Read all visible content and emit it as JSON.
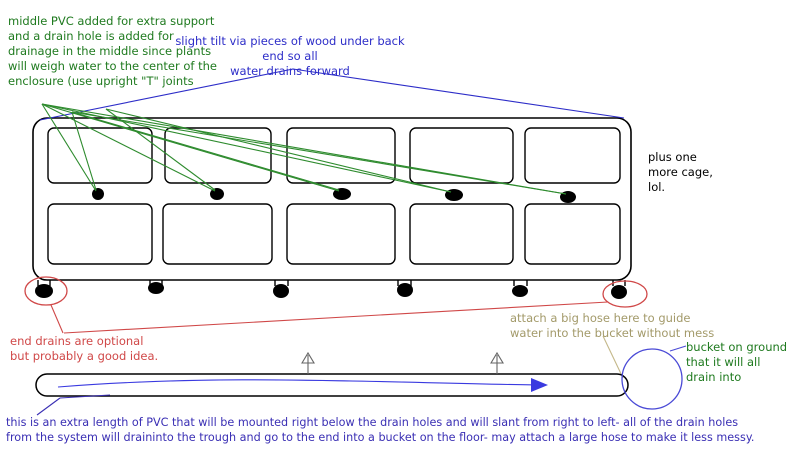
{
  "annotations": {
    "support_note": "middle PVC added for extra support\nand a drain hole is added for\ndrainage in the middle since plants\nwill weigh water to the center of the\nenclosure (use upright \"T\" joints",
    "tilt_note": "slight tilt via pieces of wood under back end so all\nwater drains forward",
    "cage_note": "plus one\nmore cage,\nlol.",
    "end_drains_note": "end drains are optional\nbut probably a good idea.",
    "hose_note": "attach a big hose here to guide\nwater into the bucket without mess",
    "bucket_note": "bucket on ground\nthat it will all\ndrain into",
    "trough_note": "this is an extra length of PVC that will be mounted right below the drain holes and will slant from right to left- all of the drain holes\nfrom the system will draininto the trough and go to the end into a bucket on the floor- may attach a large hose to make it less messy."
  },
  "colors": {
    "outline": "#000000",
    "support_lines": "#2e8b2e",
    "tilt_lines": "#2d2dc8",
    "end_drain_lines": "#d04848",
    "hose_lines": "#c4b88a",
    "bucket": "#4a4ad6",
    "flow_arrow": "#3a3ae0",
    "pointer_lines": "#3a2fb4"
  }
}
